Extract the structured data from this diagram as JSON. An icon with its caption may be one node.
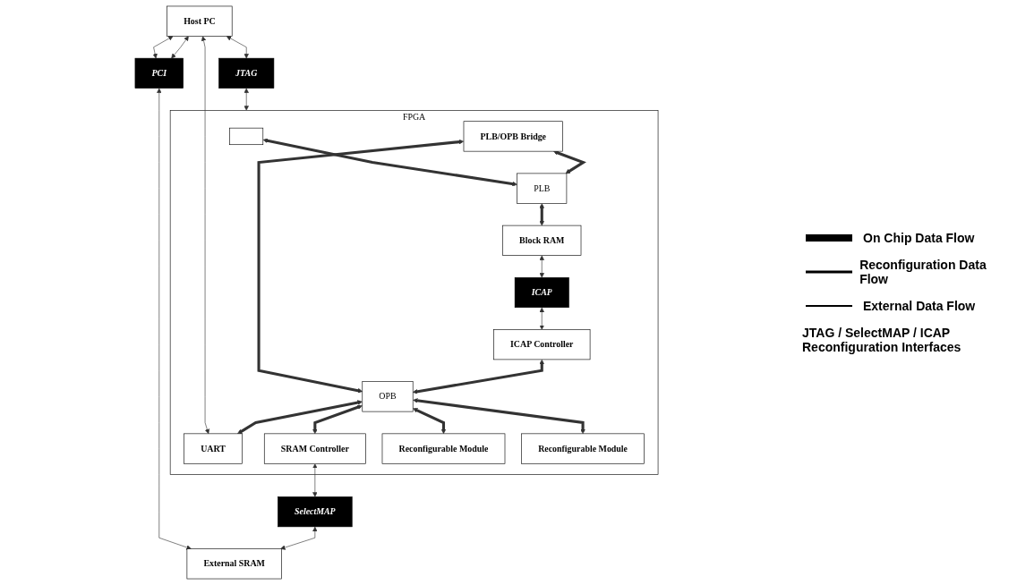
{
  "diagram": {
    "nodes": [
      {
        "text": [
          "Host PC"
        ]
      },
      {
        "text": [
          "JTAG"
        ]
      },
      {
        "text": [
          "PCI"
        ]
      },
      {
        "text": [
          "FPGA"
        ]
      },
      {
        "text": [],
        "shape": "box",
        "in": 3
      },
      {
        "text": [
          "PLB/OPB Bridge"
        ],
        "in": 3
      },
      {
        "text": [
          "PLB"
        ],
        "in": 3
      },
      {
        "text": [
          "OPB"
        ],
        "in": 3
      },
      {
        "text": [
          "UART"
        ],
        "in": 3
      },
      {
        "text": [
          "SRAM Controller"
        ],
        "in": 3
      },
      {
        "text": [
          "Reconfigurable Module"
        ],
        "in": 3
      },
      {
        "text": [
          "Reconfigurable Module"
        ],
        "in": 3
      },
      {
        "text": [
          "Block RAM"
        ],
        "in": 3
      },
      {
        "text": [
          "ICAP Controller"
        ],
        "in": 3
      },
      {
        "text": [
          "ICAP"
        ],
        "in": 3
      },
      {
        "text": [
          "SelectMAP"
        ]
      },
      {
        "text": [
          "External SRAM"
        ]
      }
    ],
    "edges": [
      {
        "from": 0,
        "to": 1,
        "arrow": "both"
      },
      {
        "from": 1,
        "to": 3,
        "arrow": "both"
      },
      {
        "from": 0,
        "to": 2,
        "arrow": "both"
      },
      {
        "from": 0,
        "to": 2,
        "arrow": "both"
      },
      {
        "from": 0,
        "to": 8,
        "arrow": "both"
      },
      {
        "from": 2,
        "to": 16,
        "arrow": "both"
      },
      {
        "from": 4,
        "to": 6,
        "arrow": "both",
        "style": "thick"
      },
      {
        "from": 5,
        "to": 6,
        "arrow": "both",
        "style": "thick"
      },
      {
        "from": 5,
        "to": 7,
        "arrow": "both",
        "style": "thick"
      },
      {
        "from": 6,
        "to": 12,
        "arrow": "both",
        "style": "thick"
      },
      {
        "from": 7,
        "to": 8,
        "arrow": "both",
        "style": "thick"
      },
      {
        "from": 7,
        "to": 9,
        "arrow": "both",
        "style": "thick"
      },
      {
        "from": 7,
        "to": 10,
        "arrow": "both",
        "style": "thick"
      },
      {
        "from": 7,
        "to": 11,
        "arrow": "both",
        "style": "thick"
      },
      {
        "from": 13,
        "to": 7,
        "arrow": "both",
        "style": "thick"
      },
      {
        "from": 9,
        "to": 15,
        "arrow": "both"
      },
      {
        "from": 15,
        "to": 16,
        "arrow": "both"
      },
      {
        "from": 12,
        "to": 14,
        "arrow": "both"
      },
      {
        "from": 14,
        "to": 13,
        "arrow": "both"
      }
    ],
    "labels": [
      "JTAG / SelectMAP / ICAP Reconfiguration Interfaces"
    ],
    "legend": [
      {
        "text": "On Chip Data Flow"
      },
      {
        "text": "Reconfiguration Data Flow"
      },
      {
        "text": "External Data Flow"
      }
    ]
  }
}
